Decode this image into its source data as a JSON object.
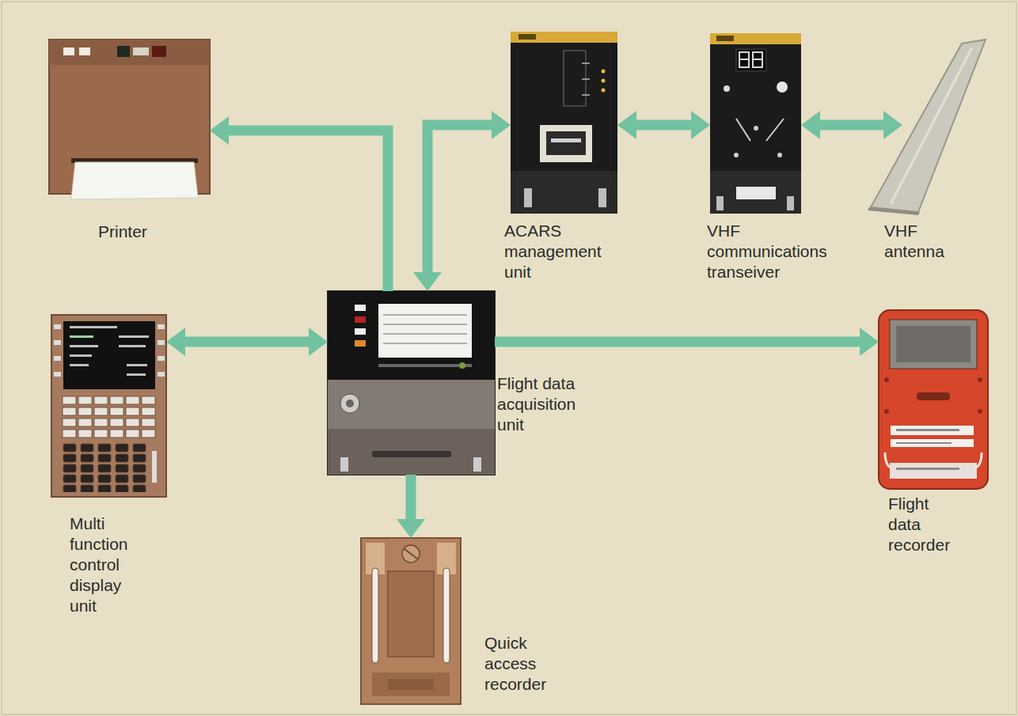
{
  "diagram": {
    "nodes": [
      {
        "text": [
          "Printer"
        ]
      },
      {
        "text": [
          "ACARS management unit"
        ]
      },
      {
        "text": [
          "VHF communications transeiver"
        ]
      },
      {
        "text": [
          "VHF antenna"
        ]
      },
      {
        "text": [
          "Multi function control display unit"
        ]
      },
      {
        "text": [
          "Flight data acquisition unit"
        ]
      },
      {
        "text": [
          "Flight data recorder"
        ]
      },
      {
        "text": [
          "Quick access recorder"
        ]
      }
    ],
    "edges": [
      {
        "from": 5,
        "to": 0,
        "arrow": "to"
      },
      {
        "from": 5,
        "to": 1,
        "arrow": "both"
      },
      {
        "from": 1,
        "to": 2,
        "arrow": "both"
      },
      {
        "from": 2,
        "to": 3,
        "arrow": "both"
      },
      {
        "from": 4,
        "to": 5,
        "arrow": "both"
      },
      {
        "from": 5,
        "to": 6,
        "arrow": "to"
      },
      {
        "from": 5,
        "to": 7,
        "arrow": "to"
      }
    ]
  }
}
